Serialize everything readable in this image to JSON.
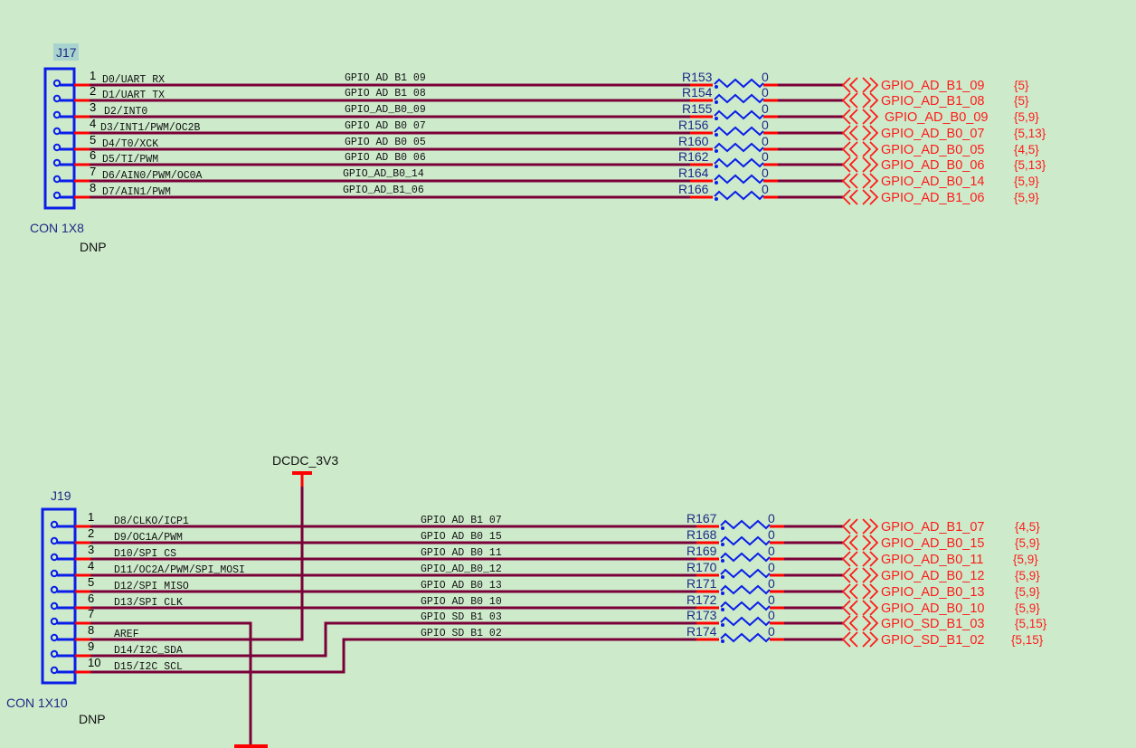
{
  "colors": {
    "background": "#cdebcb",
    "wire": "#7a0038",
    "pin_stub": "#ff0000",
    "component": "#0a1ee8",
    "offpage": "#ff1a1a",
    "refdes": "#1d2a86"
  },
  "connectors": [
    {
      "refdes": "J17",
      "part": "CON 1X8",
      "note": "DNP",
      "pins": [
        {
          "num": "1",
          "name": "D0/UART RX",
          "net": "GPIO AD B1 09",
          "res": "R153",
          "val": "0",
          "offpage": "GPIO_AD_B1_09",
          "pages": "{5}"
        },
        {
          "num": "2",
          "name": "D1/UART TX",
          "net": "GPIO AD B1 08",
          "res": "R154",
          "val": "0",
          "offpage": "GPIO_AD_B1_08",
          "pages": "{5}"
        },
        {
          "num": "3",
          "name": "D2/INT0",
          "net": "GPIO_AD_B0_09",
          "res": "R155",
          "val": "0",
          "offpage": "GPIO_AD_B0_09",
          "pages": "{5,9}"
        },
        {
          "num": "4",
          "name": "D3/INT1/PWM/OC2B",
          "net": "GPIO AD B0 07",
          "res": "R156",
          "val": "0",
          "offpage": "GPIO_AD_B0_07",
          "pages": "{5,13}"
        },
        {
          "num": "5",
          "name": "D4/T0/XCK",
          "net": "GPIO AD B0 05",
          "res": "R160",
          "val": "0",
          "offpage": "GPIO_AD_B0_05",
          "pages": "{4,5}"
        },
        {
          "num": "6",
          "name": "D5/TI/PWM",
          "net": "GPIO AD B0 06",
          "res": "R162",
          "val": "0",
          "offpage": "GPIO_AD_B0_06",
          "pages": "{5,13}"
        },
        {
          "num": "7",
          "name": "D6/AIN0/PWM/OC0A",
          "net": "GPIO_AD_B0_14",
          "res": "R164",
          "val": "0",
          "offpage": "GPIO_AD_B0_14",
          "pages": "{5,9}"
        },
        {
          "num": "8",
          "name": "D7/AIN1/PWM",
          "net": "GPIO_AD_B1_06",
          "res": "R166",
          "val": "0",
          "offpage": "GPIO_AD_B1_06",
          "pages": "{5,9}"
        }
      ]
    },
    {
      "refdes": "J19",
      "part": "CON 1X10",
      "note": "DNP",
      "pins": [
        {
          "num": "1",
          "name": "D8/CLKO/ICP1",
          "net": "GPIO AD B1 07",
          "res": "R167",
          "val": "0",
          "offpage": "GPIO_AD_B1_07",
          "pages": "{4,5}"
        },
        {
          "num": "2",
          "name": "D9/OC1A/PWM",
          "net": "GPIO AD B0 15",
          "res": "R168",
          "val": "0",
          "offpage": "GPIO_AD_B0_15",
          "pages": "{5,9}"
        },
        {
          "num": "3",
          "name": "D10/SPI CS",
          "net": "GPIO AD B0 11",
          "res": "R169",
          "val": "0",
          "offpage": "GPIO_AD_B0_11",
          "pages": "{5,9}"
        },
        {
          "num": "4",
          "name": "D11/OC2A/PWM/SPI_MOSI",
          "net": "GPIO_AD_B0_12",
          "res": "R170",
          "val": "0",
          "offpage": "GPIO_AD_B0_12",
          "pages": "{5,9}"
        },
        {
          "num": "5",
          "name": "D12/SPI MISO",
          "net": "GPIO AD B0 13",
          "res": "R171",
          "val": "0",
          "offpage": "GPIO_AD_B0_13",
          "pages": "{5,9}"
        },
        {
          "num": "6",
          "name": "D13/SPI CLK",
          "net": "GPIO AD B0 10",
          "res": "R172",
          "val": "0",
          "offpage": "GPIO_AD_B0_10",
          "pages": "{5,9}"
        },
        {
          "num": "7",
          "name": "",
          "net": "GPIO SD B1 03",
          "res": "R173",
          "val": "0",
          "offpage": "GPIO_SD_B1_03",
          "pages": "{5,15}"
        },
        {
          "num": "8",
          "name": "AREF",
          "net": "GPIO SD B1 02",
          "res": "R174",
          "val": "0",
          "offpage": "GPIO_SD_B1_02",
          "pages": "{5,15}"
        },
        {
          "num": "9",
          "name": "D14/I2C_SDA"
        },
        {
          "num": "10",
          "name": "D15/I2C SCL"
        }
      ]
    }
  ],
  "power": {
    "label": "DCDC_3V3"
  }
}
